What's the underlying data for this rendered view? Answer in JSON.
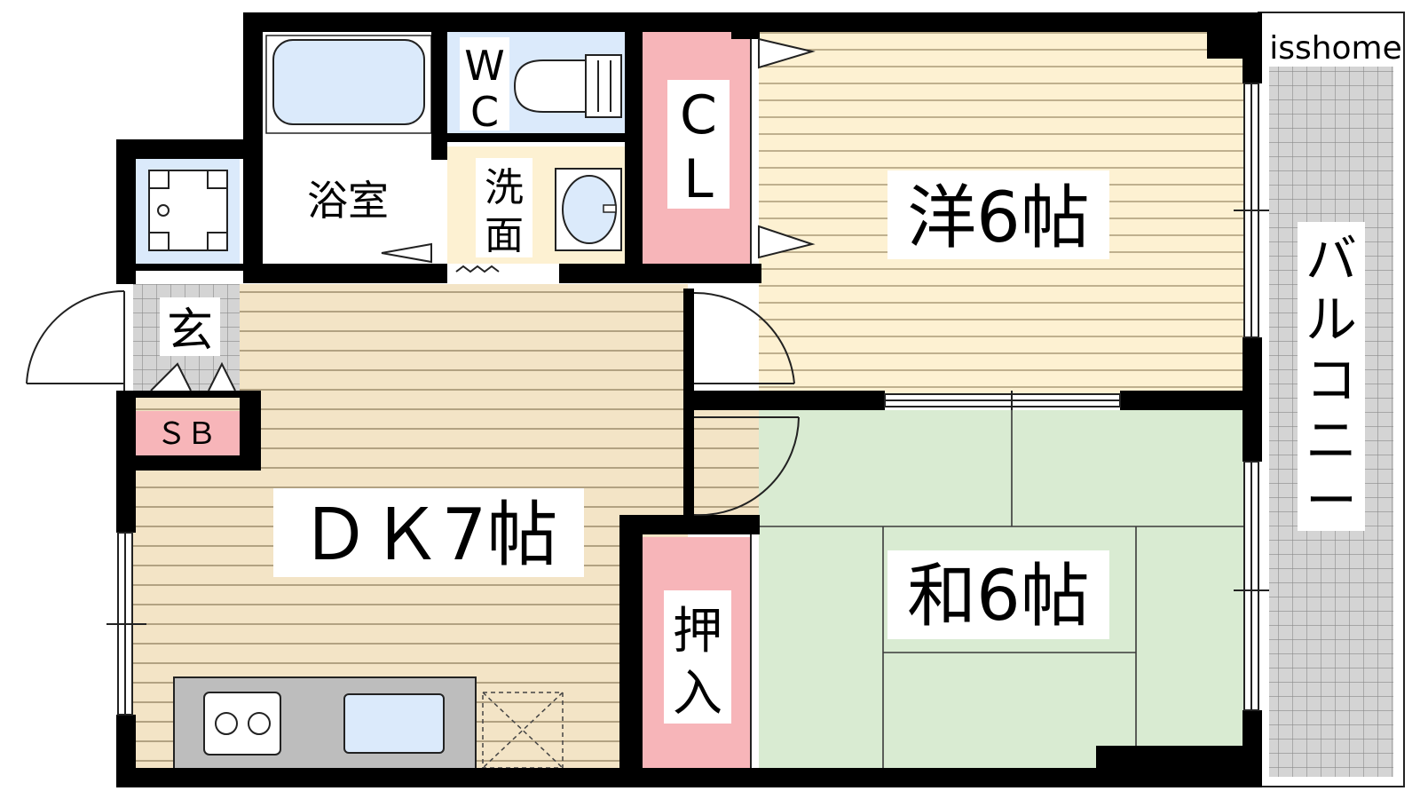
{
  "watermark": "isshome",
  "rooms": {
    "western": "洋6帖",
    "japanese": "和6帖",
    "dk": "ＤＫ7帖",
    "bath": "浴室",
    "wc_top": "W",
    "wc_bottom": "C",
    "closet_top": "C",
    "closet_bottom": "L",
    "washroom_top": "洗",
    "washroom_bottom": "面",
    "entrance": "玄",
    "shoebox": "ＳＢ",
    "oshiire_top": "押",
    "oshiire_bottom": "入",
    "balcony": [
      "バ",
      "ル",
      "コ",
      "ニ",
      "ー"
    ]
  },
  "colors": {
    "wall": "#000000",
    "flooring_beige": "#f3e4c6",
    "flooring_yellow": "#fdf1d2",
    "tatami": "#d9ebd2",
    "storage_pink": "#f7b5b9",
    "wet_blue": "#dbeafb",
    "counter_gray": "#bdbdbd",
    "balcony_gray": "#d4d4d4"
  }
}
